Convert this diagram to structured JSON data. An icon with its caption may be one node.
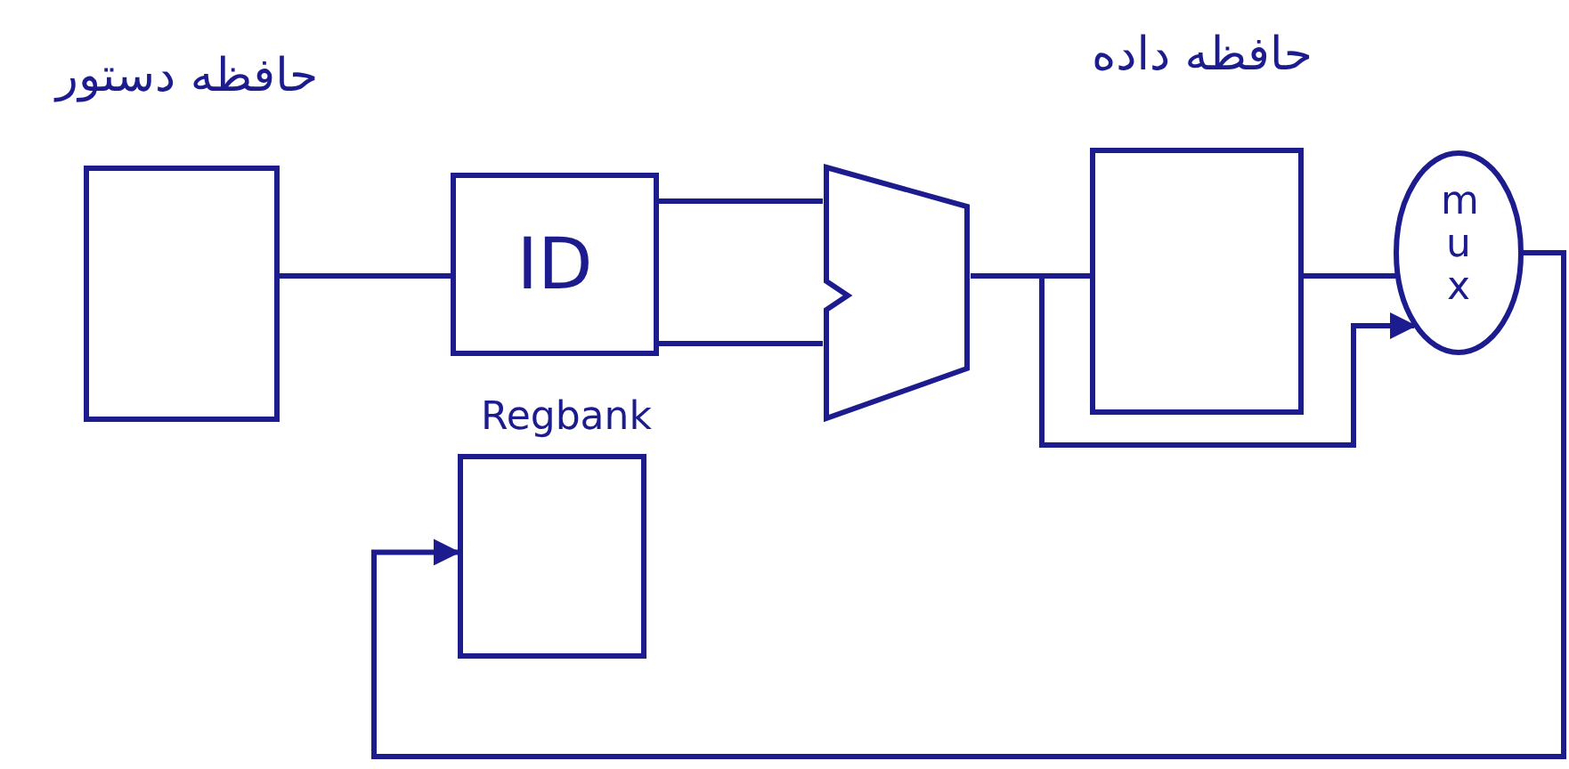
{
  "diagram": {
    "nodes": [
      {
        "text": [
          "حافظه دستور"
        ]
      },
      {
        "text": [
          "ID"
        ]
      },
      {
        "text": [
          "Regbank"
        ]
      },
      {
        "text": [],
        "shape": "trapezoid"
      },
      {
        "text": [
          "حافظه داده"
        ]
      },
      {
        "text": [
          "mux"
        ]
      }
    ],
    "edges": [
      {
        "from": 0,
        "to": 1,
        "arrow": "none"
      },
      {
        "from": 1,
        "to": 3,
        "arrow": "none"
      },
      {
        "from": 1,
        "to": 3,
        "arrow": "none"
      },
      {
        "from": 3,
        "to": 4,
        "arrow": "none"
      },
      {
        "from": 3,
        "to": 5,
        "arrow": "to"
      },
      {
        "from": 4,
        "to": 5,
        "arrow": "none"
      },
      {
        "from": 5,
        "to": 2,
        "arrow": "to"
      }
    ]
  }
}
